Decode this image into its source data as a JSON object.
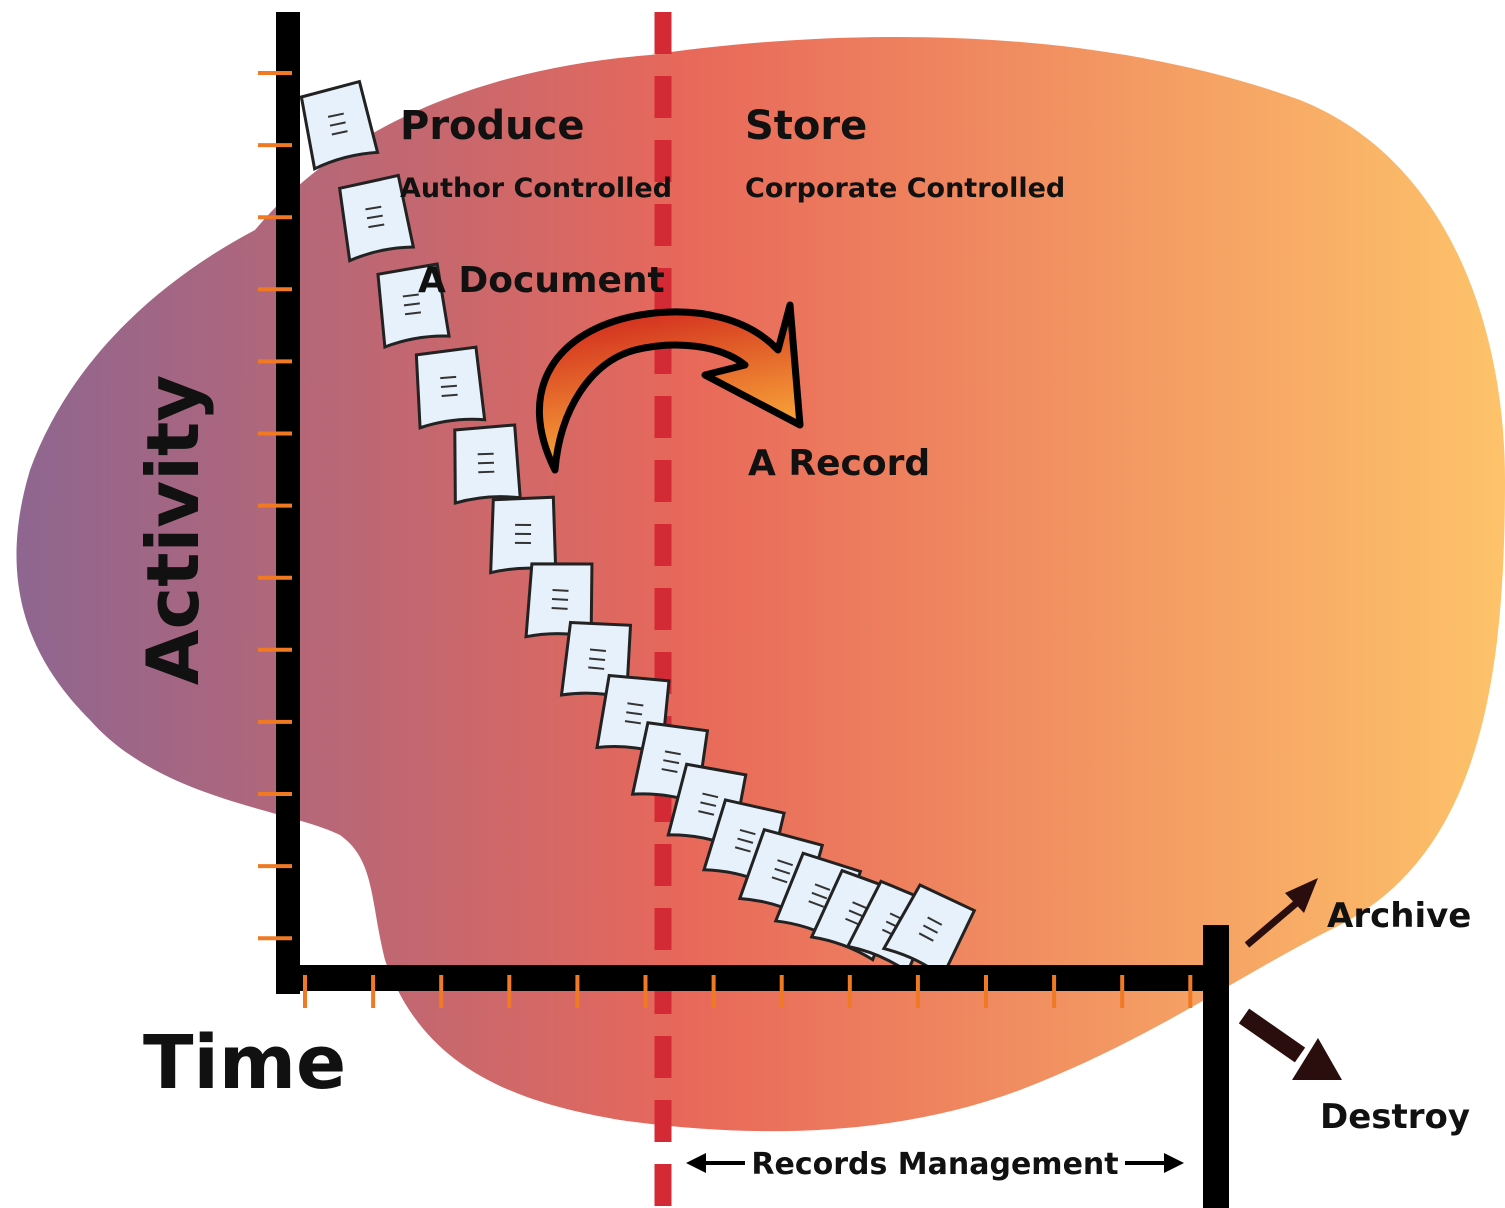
{
  "labels": {
    "produce": "Produce",
    "author_controlled": "Author Controlled",
    "store": "Store",
    "corporate_controlled": "Corporate Controlled",
    "a_document": "A Document",
    "a_record": "A Record",
    "activity": "Activity",
    "time": "Time",
    "archive": "Archive",
    "destroy": "Destroy",
    "records_management": "Records Management"
  },
  "colors": {
    "blob_left": "#8e6690",
    "blob_mid": "#e8685a",
    "blob_right": "#fdc36a",
    "divider": "#d42a35",
    "axis": "#000000",
    "tick": "#f07a24",
    "transfer_arrow_top": "#cc1a1a",
    "transfer_arrow_bottom": "#fbb03b",
    "outcome_arrow": "#2a0d0d",
    "document_fill": "#e6f1fb"
  },
  "document_count": 17
}
